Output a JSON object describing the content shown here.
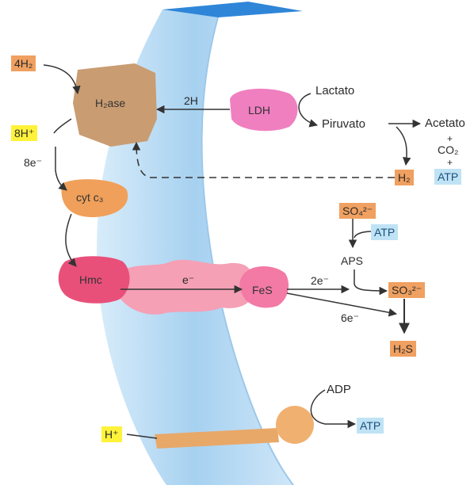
{
  "labels": {
    "h2_4": "4H₂",
    "h8": "8H⁺",
    "e8": "8e⁻",
    "h2ase": "H₂ase",
    "two_h": "2H",
    "ldh": "LDH",
    "lactato": "Lactato",
    "piruvato": "Piruvato",
    "acetato": "Acetato",
    "plus1": "+",
    "co2": "CO₂",
    "plus2": "+",
    "atp_top": "ATP",
    "h2_small": "H₂",
    "cytc3": "cyt c₃",
    "so4": "SO₄²⁻",
    "atp_mid": "ATP",
    "aps": "APS",
    "hmc": "Hmc",
    "e_minus": "e⁻",
    "fes": "FeS",
    "two_e": "2e⁻",
    "so3": "SO₃²⁻",
    "six_e": "6e⁻",
    "h2s": "H₂S",
    "adp": "ADP",
    "atp_bottom": "ATP",
    "h_plus": "H⁺"
  },
  "colors": {
    "membrane": "#a9d4f2",
    "membrane_edge": "#2c7fd0",
    "hydrogenase": "#c9a076",
    "ldh": "#f07fc0",
    "cytc3": "#f0a05a",
    "hmc": "#e8507a",
    "electron_carrier": "#f5a0b5",
    "fes": "#f27aa5",
    "atp_synthase": "#e8a868",
    "orange_box": "#f0a060",
    "yellow_box": "#fff23a",
    "blue_box": "#bfe3f5"
  }
}
